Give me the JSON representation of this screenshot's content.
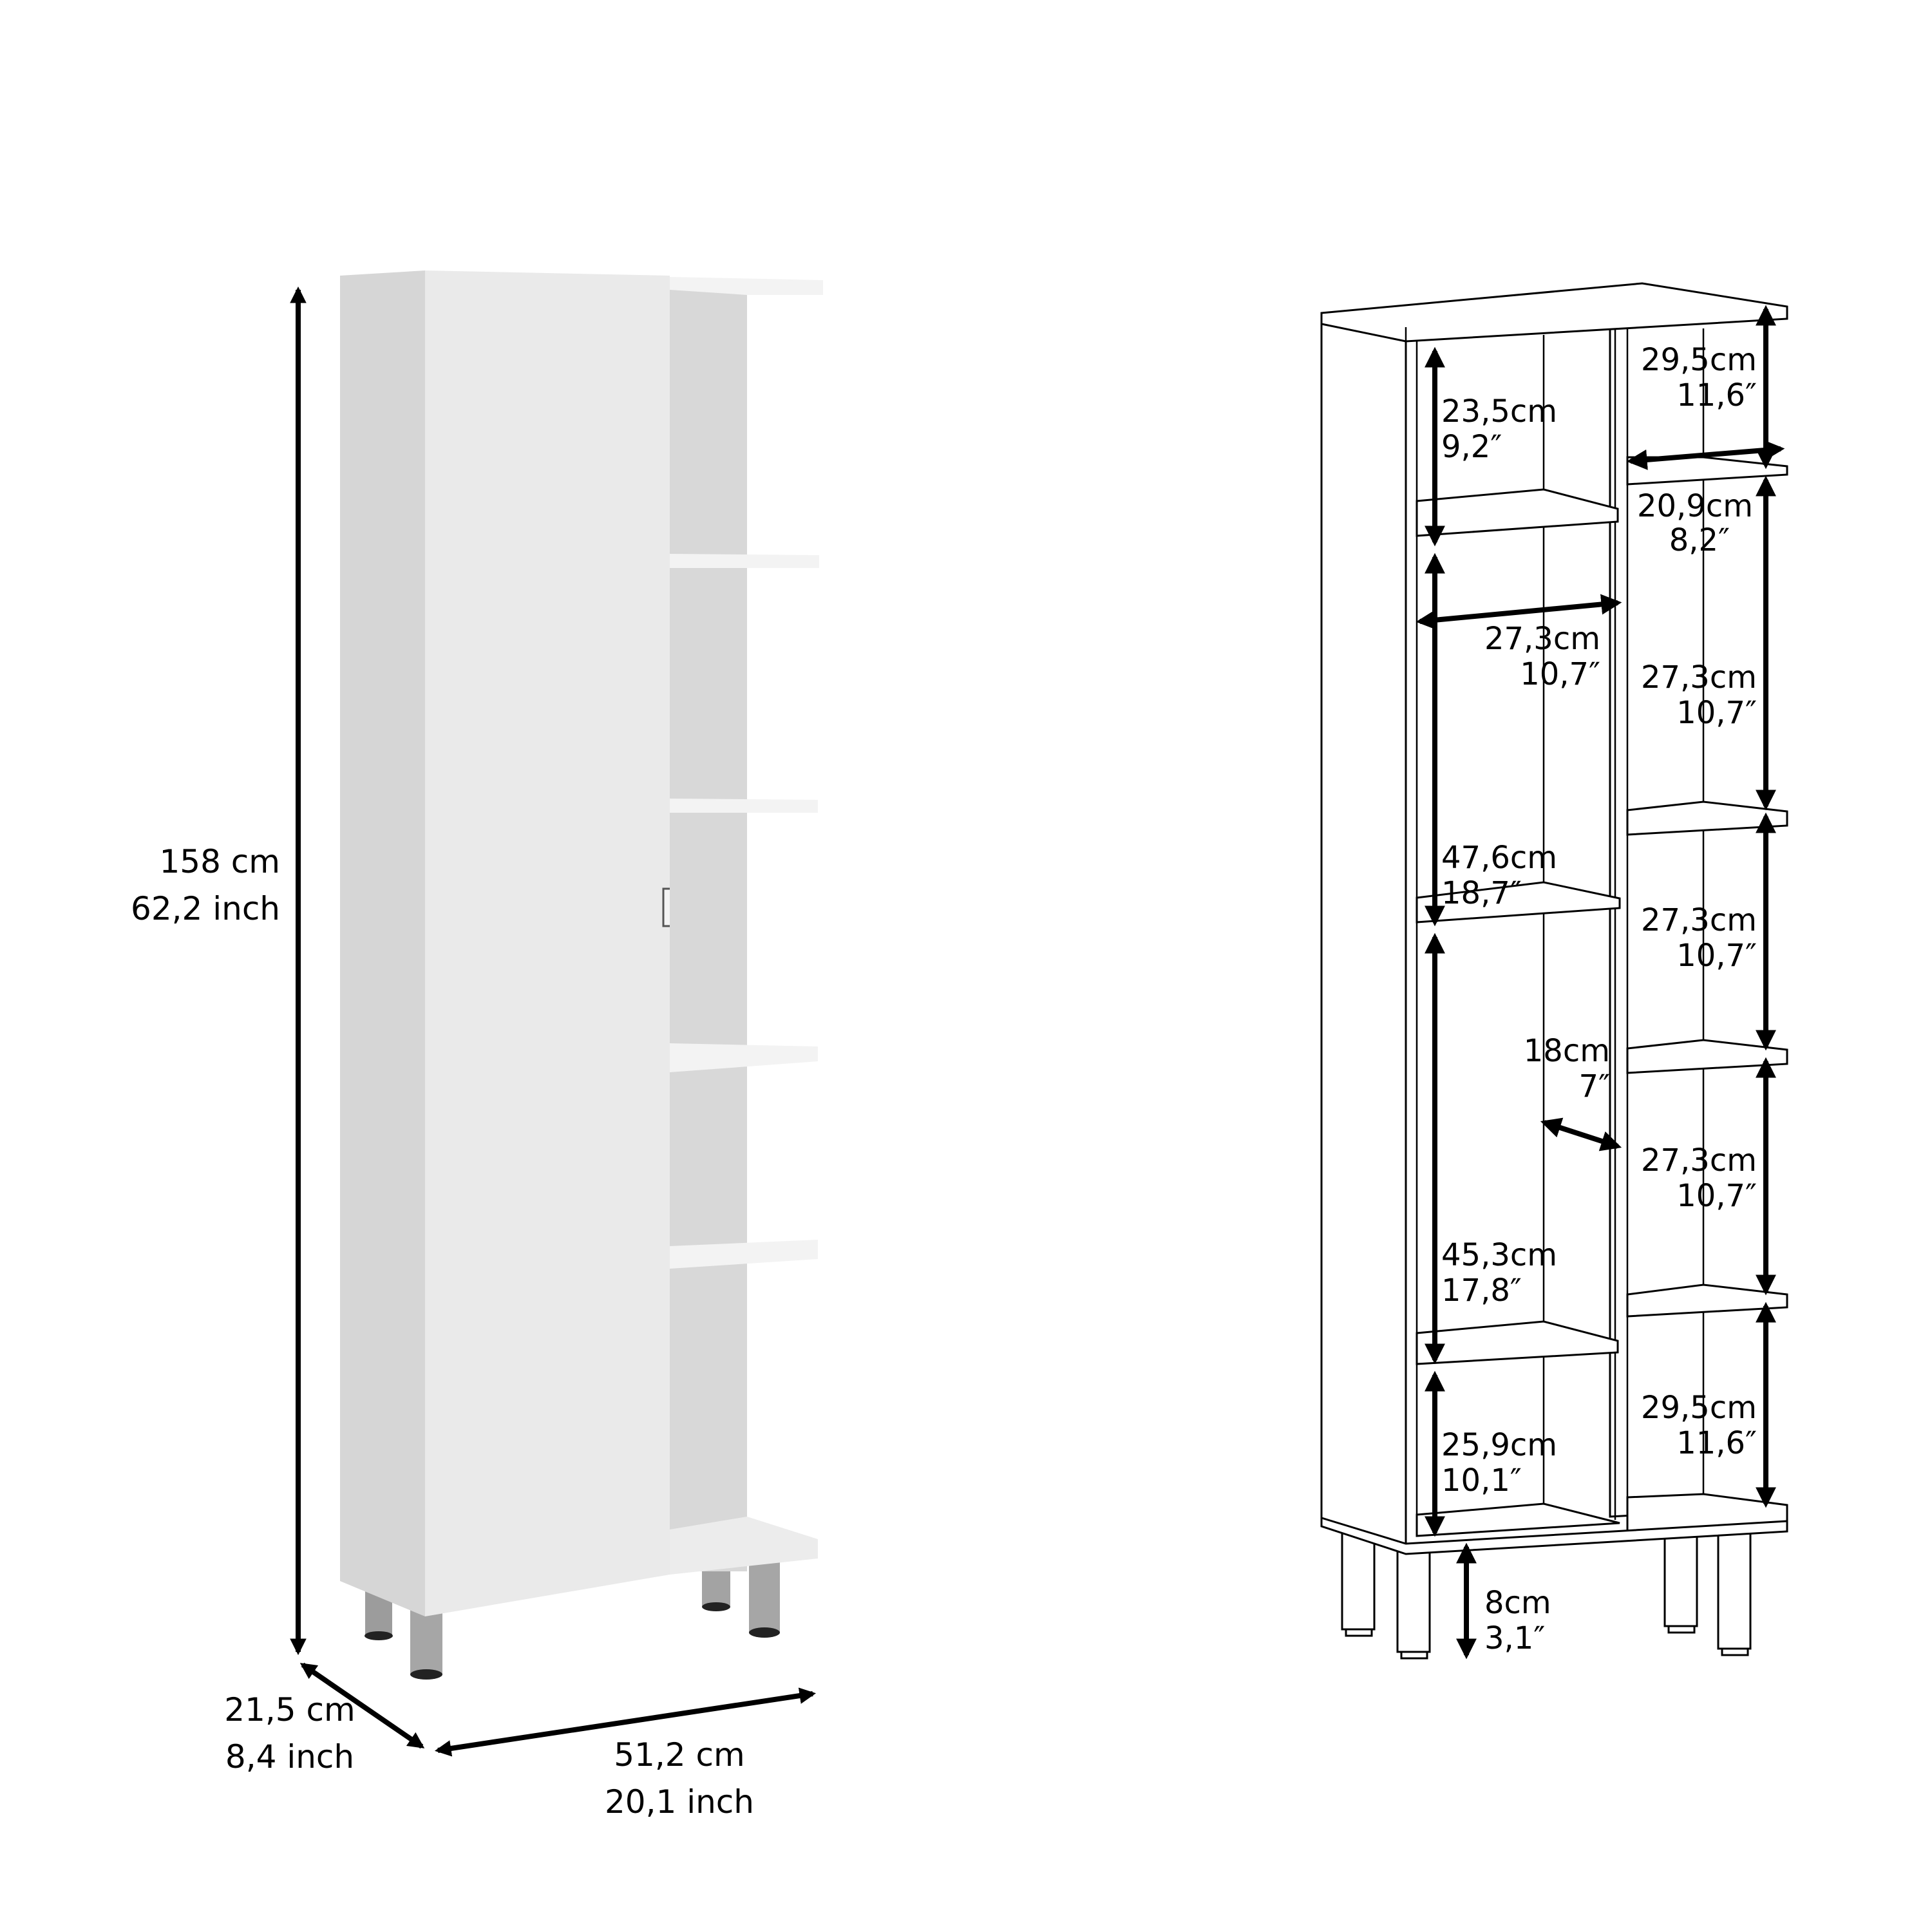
{
  "product_render": {
    "colors": {
      "panel_front": "#ebebeb",
      "panel_side": "#d4d4d4",
      "shelf_top": "#f6f6f6",
      "legs": "#a6a6a6",
      "arrow": "#000000"
    },
    "dimensions": {
      "height_cm": "158 cm",
      "height_in": "62,2 inch",
      "depth_cm": "21,5 cm",
      "depth_in": "8,4 inch",
      "width_cm": "51,2 cm",
      "width_in": "20,1 inch"
    }
  },
  "technical_drawing": {
    "left_column": {
      "top_compartment": {
        "cm": "23,5cm",
        "in": "9,2″"
      },
      "inner_width": {
        "cm": "27,3cm",
        "in": "10,7″"
      },
      "middle_compartment": {
        "cm": "47,6cm",
        "in": "18,7″"
      },
      "depth": {
        "cm": "18cm",
        "in": "7″"
      },
      "lower_compartment": {
        "cm": "45,3cm",
        "in": "17,8″"
      },
      "bottom_compartment": {
        "cm": "25,9cm",
        "in": "10,1″"
      }
    },
    "right_column": {
      "top_shelf": {
        "cm": "29,5cm",
        "in": "11,6″"
      },
      "shelf_width": {
        "cm": "20,9cm",
        "in": "8,2″"
      },
      "shelf_2": {
        "cm": "27,3cm",
        "in": "10,7″"
      },
      "shelf_3": {
        "cm": "27,3cm",
        "in": "10,7″"
      },
      "shelf_4": {
        "cm": "27,3cm",
        "in": "10,7″"
      },
      "bottom_shelf": {
        "cm": "29,5cm",
        "in": "11,6″"
      }
    },
    "legs": {
      "cm": "8cm",
      "in": "3,1″"
    }
  }
}
